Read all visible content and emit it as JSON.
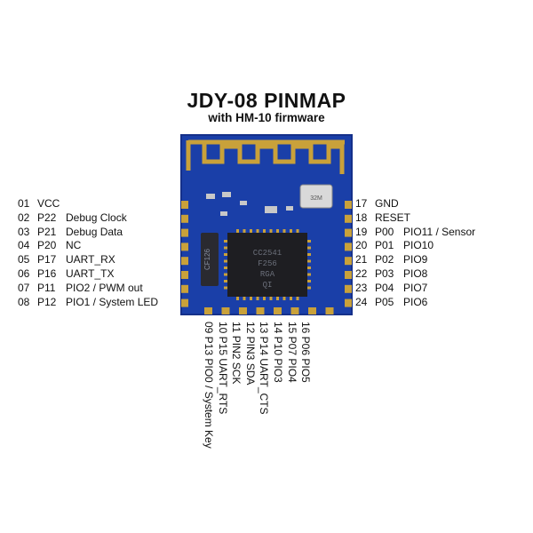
{
  "title": "JDY-08 PINMAP",
  "subtitle": "with HM-10 firmware",
  "colors": {
    "pcb": "#1a3fa8",
    "pcb_edge": "#15308a",
    "gold": "#c9a13a",
    "chip": "#1e1e22"
  },
  "chip_marking": [
    "CC2541",
    "F256",
    "RGA",
    "QI"
  ],
  "crystal_marking": "32M",
  "inductor_marking": "CF126",
  "left_pins": [
    {
      "num": "01",
      "port": "VCC",
      "func": ""
    },
    {
      "num": "02",
      "port": "P22",
      "func": "Debug Clock"
    },
    {
      "num": "03",
      "port": "P21",
      "func": "Debug Data"
    },
    {
      "num": "04",
      "port": "P20",
      "func": "NC"
    },
    {
      "num": "05",
      "port": "P17",
      "func": "UART_RX"
    },
    {
      "num": "06",
      "port": "P16",
      "func": "UART_TX"
    },
    {
      "num": "07",
      "port": "P11",
      "func": "PIO2 / PWM out"
    },
    {
      "num": "08",
      "port": "P12",
      "func": "PIO1 / System LED"
    }
  ],
  "right_pins": [
    {
      "num": "17",
      "port": "GND",
      "func": ""
    },
    {
      "num": "18",
      "port": "RESET",
      "func": ""
    },
    {
      "num": "19",
      "port": "P00",
      "func": "PIO11 / Sensor"
    },
    {
      "num": "20",
      "port": "P01",
      "func": "PIO10"
    },
    {
      "num": "21",
      "port": "P02",
      "func": "PIO9"
    },
    {
      "num": "22",
      "port": "P03",
      "func": "PIO8"
    },
    {
      "num": "23",
      "port": "P04",
      "func": "PIO7"
    },
    {
      "num": "24",
      "port": "P05",
      "func": "PIO6"
    }
  ],
  "bottom_pins": [
    {
      "text": "09 P13 PIO0 / System Key"
    },
    {
      "text": "10 P15 UART_RTS"
    },
    {
      "text": "11 PIN2 SCK"
    },
    {
      "text": "12 PIN3 SDA"
    },
    {
      "text": "13 P14 UART_CTS"
    },
    {
      "text": "14 P10 PIO3"
    },
    {
      "text": "15 P07 PIO4"
    },
    {
      "text": "16 P06 PIO5"
    }
  ]
}
